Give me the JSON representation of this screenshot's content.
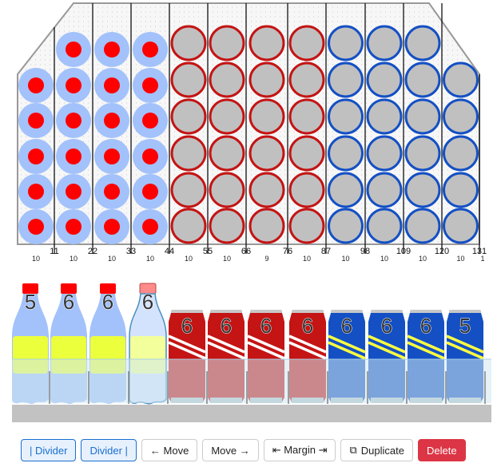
{
  "top_view": {
    "position_labels": [
      "11",
      "22",
      "33",
      "44",
      "55",
      "66",
      "76",
      "87",
      "98",
      "109",
      "120",
      "131"
    ],
    "facing_counts": [
      "10",
      "10",
      "10",
      "10",
      "10",
      "10",
      "9",
      "10",
      "10",
      "10",
      "10",
      "10",
      "1"
    ],
    "columns": [
      {
        "style": "bottle",
        "count": 5
      },
      {
        "style": "bottle",
        "count": 6
      },
      {
        "style": "bottle",
        "count": 6
      },
      {
        "style": "bottle",
        "count": 6
      },
      {
        "style": "red-can",
        "count": 6
      },
      {
        "style": "red-can",
        "count": 6
      },
      {
        "style": "red-can",
        "count": 6
      },
      {
        "style": "red-can",
        "count": 6
      },
      {
        "style": "blue-can",
        "count": 6
      },
      {
        "style": "blue-can",
        "count": 6
      },
      {
        "style": "blue-can",
        "count": 6
      },
      {
        "style": "blue-can",
        "count": 5
      }
    ]
  },
  "front_view": {
    "items": [
      {
        "type": "bottle",
        "depth": "5",
        "selected": false
      },
      {
        "type": "bottle",
        "depth": "6",
        "selected": false
      },
      {
        "type": "bottle",
        "depth": "6",
        "selected": false
      },
      {
        "type": "bottle",
        "depth": "6",
        "selected": true
      },
      {
        "type": "red-can",
        "depth": "6"
      },
      {
        "type": "red-can",
        "depth": "6"
      },
      {
        "type": "red-can",
        "depth": "6"
      },
      {
        "type": "red-can",
        "depth": "6"
      },
      {
        "type": "blue-can",
        "depth": "6"
      },
      {
        "type": "blue-can",
        "depth": "6"
      },
      {
        "type": "blue-can",
        "depth": "6"
      },
      {
        "type": "blue-can",
        "depth": "5"
      }
    ]
  },
  "colors": {
    "bottle": "#a3c2fb",
    "cap": "#ff0000",
    "red_can": "#c41414",
    "blue_can": "#1450c4",
    "label_yellow": "#ebff3c",
    "delete": "#dc3545",
    "accent": "#1a6fd1"
  },
  "toolbar": {
    "divider_left": "| Divider",
    "divider_right": "Divider |",
    "move_left": "← Move",
    "move_right": "Move →",
    "margin": "⇤ Margin ⇥",
    "duplicate": "Duplicate",
    "delete": "Delete"
  }
}
